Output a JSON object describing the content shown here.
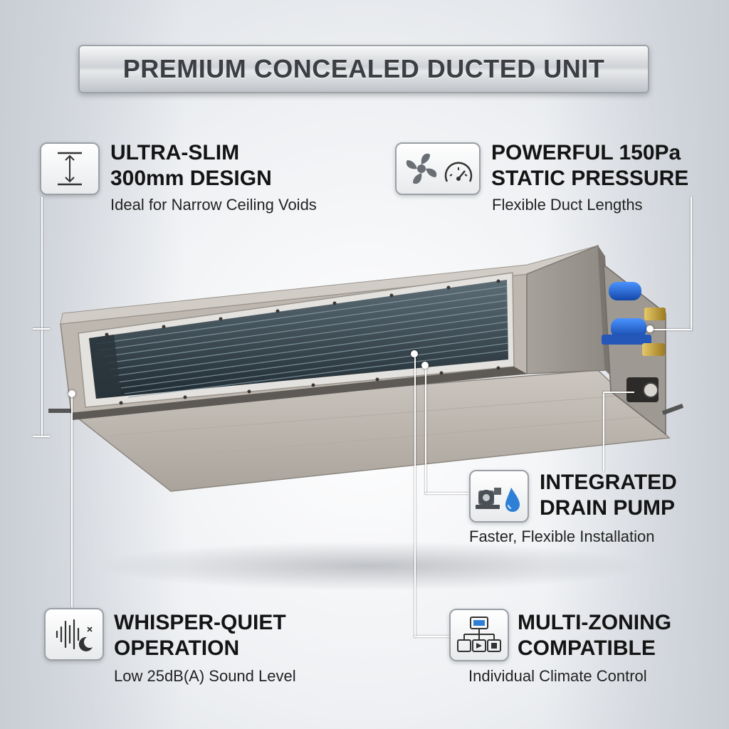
{
  "title": "PREMIUM CONCEALED DUCTED UNIT",
  "features": {
    "ultra_slim": {
      "line1": "ULTRA-SLIM",
      "line2": "300mm DESIGN",
      "sub": "Ideal for Narrow Ceiling Voids",
      "icon": "height-arrow-icon"
    },
    "static_pressure": {
      "line1": "POWERFUL 150Pa",
      "line2": "STATIC PRESSURE",
      "sub": "Flexible Duct Lengths",
      "icon": "fan-gauge-icon"
    },
    "drain_pump": {
      "line1": "INTEGRATED",
      "line2": "DRAIN PUMP",
      "sub": "Faster, Flexible Installation",
      "icon": "pump-water-drop-icon"
    },
    "whisper_quiet": {
      "line1": "WHISPER-QUIET",
      "line2": "OPERATION",
      "sub": "Low 25dB(A) Sound Level",
      "icon": "sound-wave-moon-icon"
    },
    "multi_zoning": {
      "line1": "MULTI-ZONING",
      "line2": "COMPATIBLE",
      "sub": "Individual Climate Control",
      "icon": "zone-network-icon"
    }
  },
  "colors": {
    "heading_text": "#141414",
    "pipe_blue": "#1e6fd9",
    "brass_fitting": "#c9a13a",
    "unit_casing": "#b8b2aa"
  }
}
